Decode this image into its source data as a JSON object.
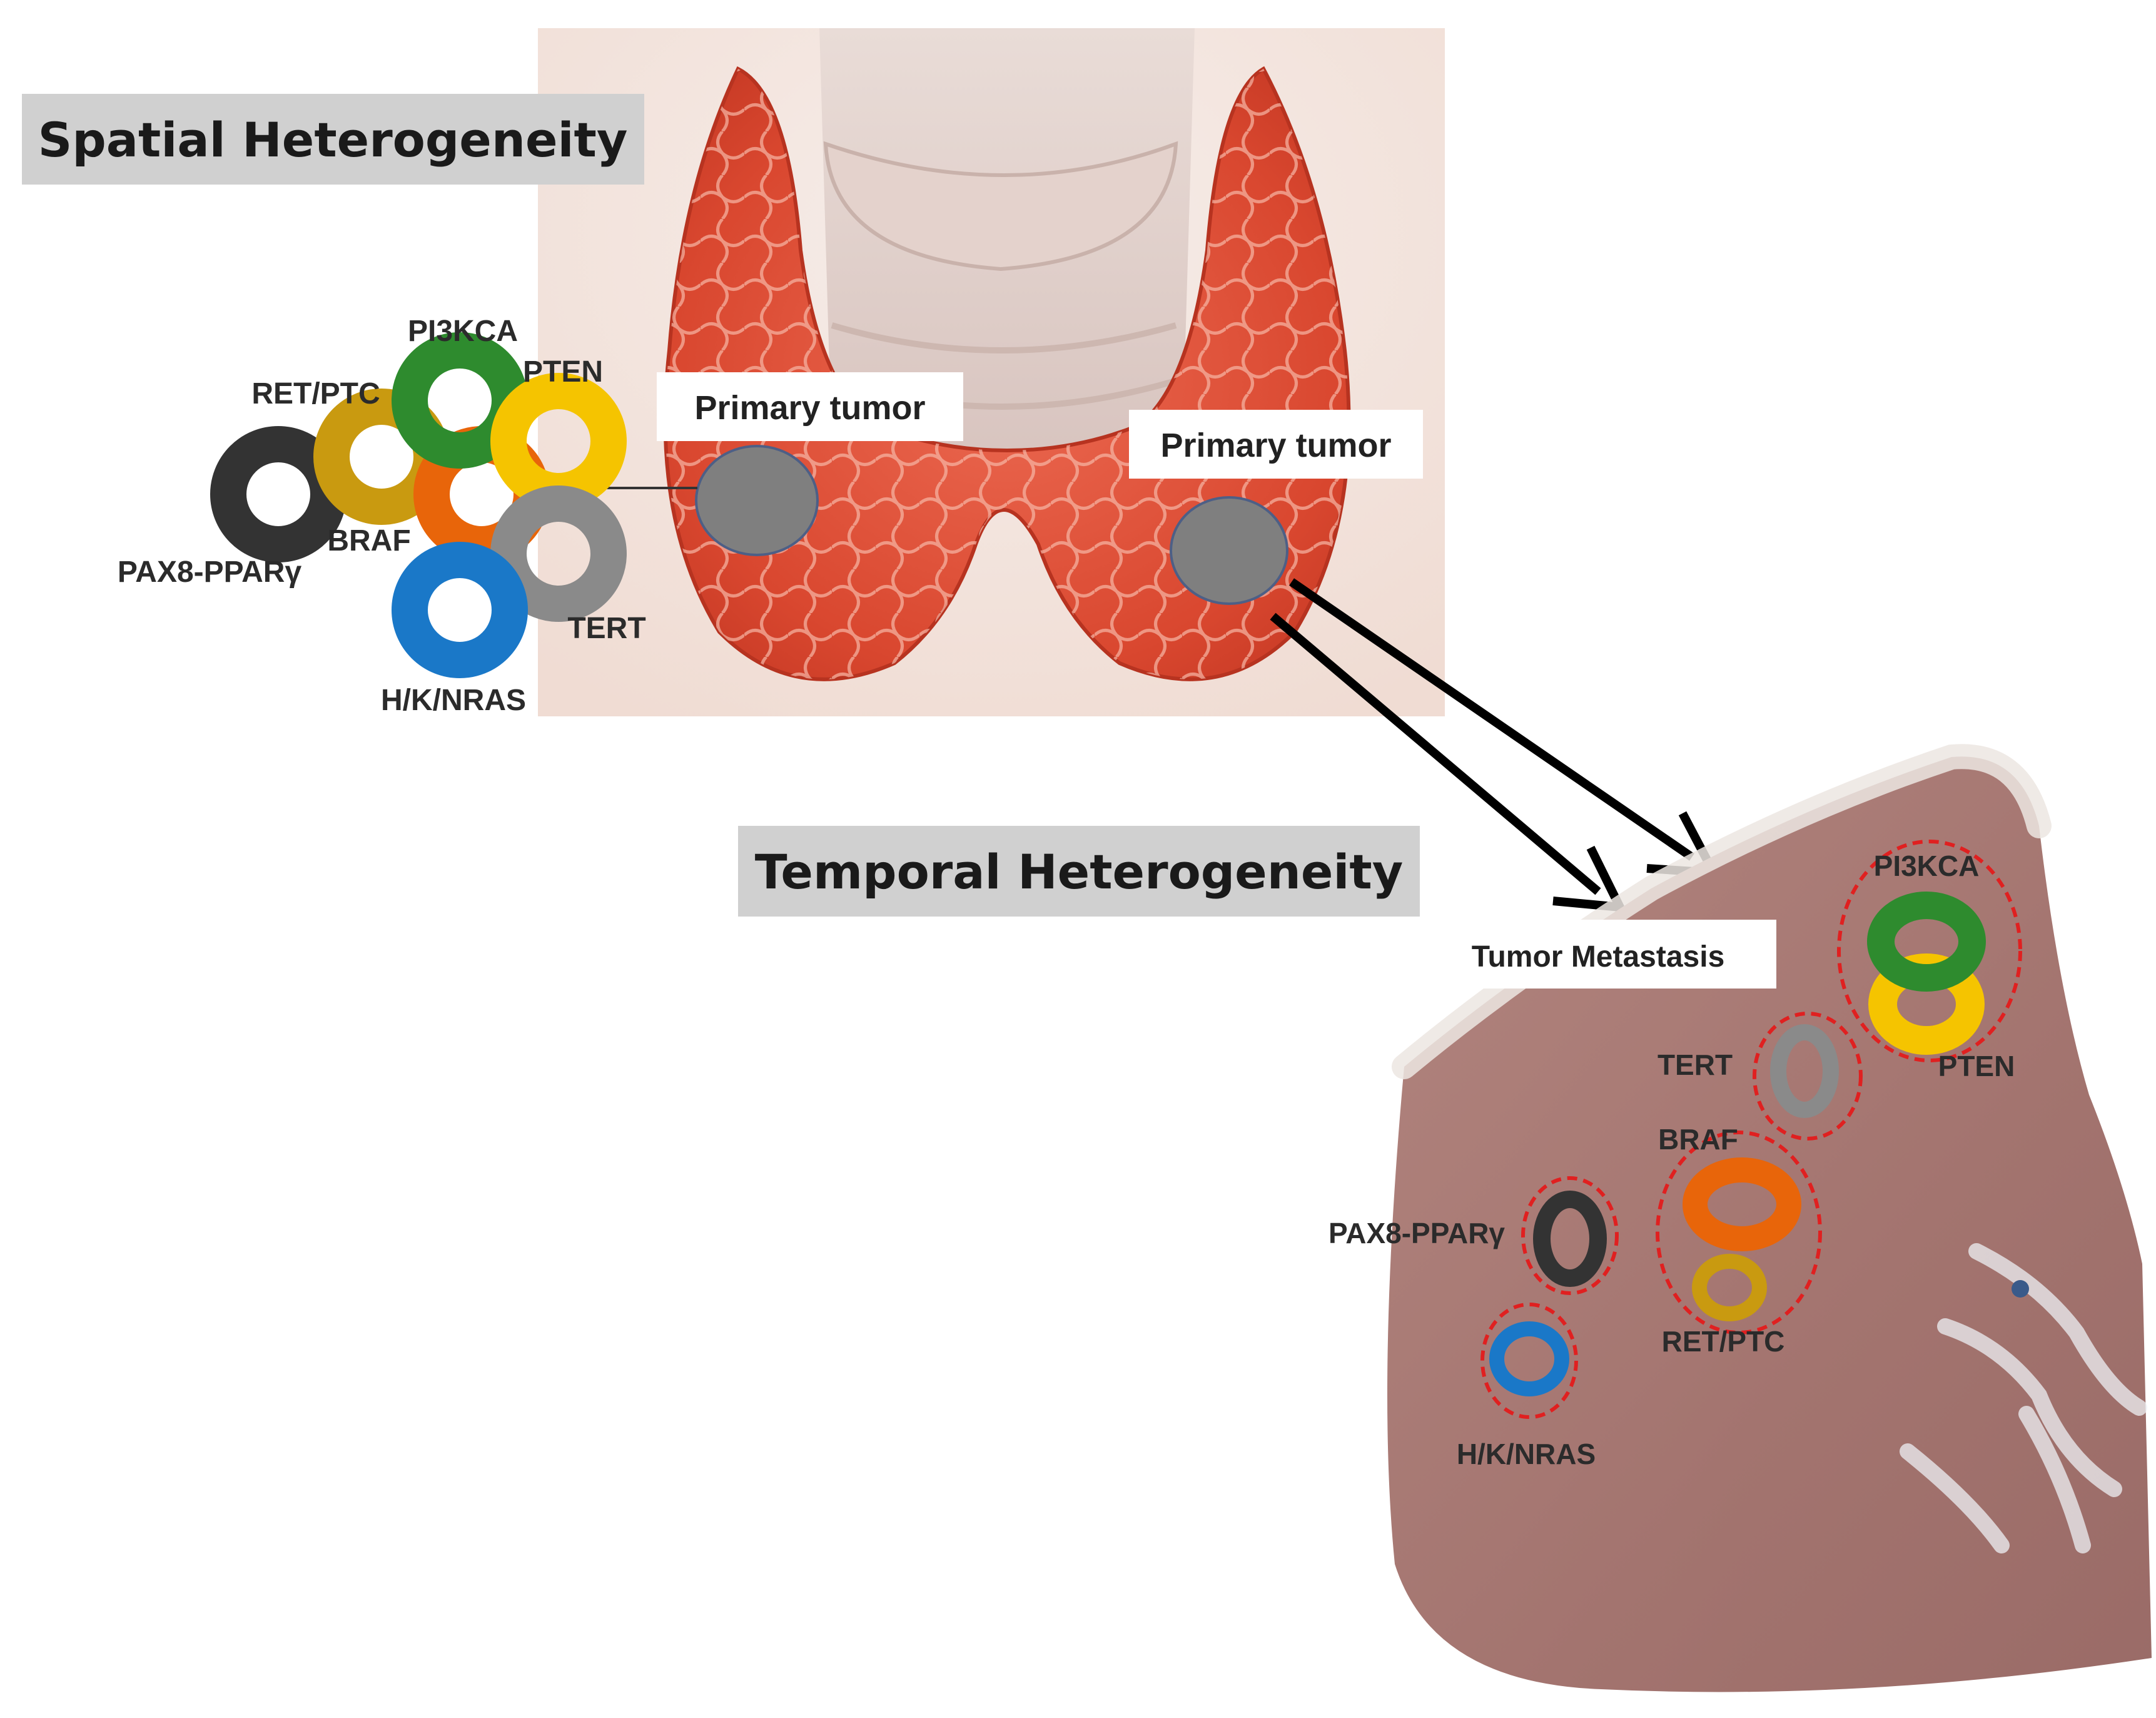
{
  "headings": {
    "spatial": "Spatial Heterogeneity",
    "temporal": "Temporal Heterogeneity"
  },
  "primary_tumor_labels": [
    "Primary tumor",
    "Primary tumor"
  ],
  "metastasis_label": "Tumor Metastasis",
  "mutations": [
    {
      "key": "pi3kca",
      "label": "PI3KCA",
      "color": "#2e8b2e"
    },
    {
      "key": "ret_ptc",
      "label": "RET/PTC",
      "color": "#c99a10"
    },
    {
      "key": "pten",
      "label": "PTEN",
      "color": "#f5c400"
    },
    {
      "key": "pax8",
      "label": "PAX8-PPARγ",
      "color": "#333333"
    },
    {
      "key": "braf",
      "label": "BRAF",
      "color": "#e8650a"
    },
    {
      "key": "tert",
      "label": "TERT",
      "color": "#8a8a8a"
    },
    {
      "key": "hkn",
      "label": "H/K/NRAS",
      "color": "#1a78c8"
    }
  ],
  "colors": {
    "heading_box": "#d0d0d0",
    "tumor": "#7f7f7f",
    "thyroid": "#d9472f",
    "tissue": "#a57a78",
    "dashed_ring": "#e02020"
  }
}
